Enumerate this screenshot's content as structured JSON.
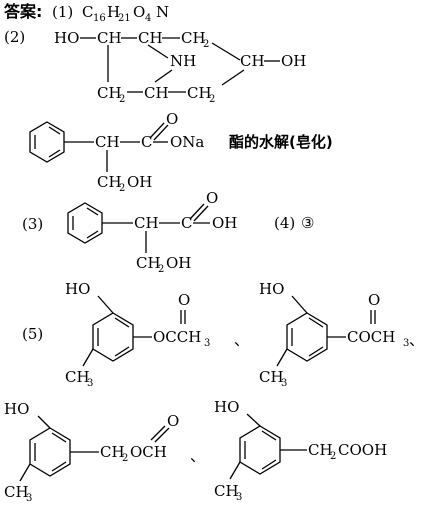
{
  "header": {
    "answer_label": "答案:",
    "part1_num": "(1)",
    "formula_c": "C",
    "formula_c_sub": "16",
    "formula_h": "H",
    "formula_h_sub": "21",
    "formula_o": "O",
    "formula_o_sub": "4",
    "formula_n": "N"
  },
  "part2": {
    "num": "(2)",
    "s1_ho": "HO",
    "s1_ch_a": "CH",
    "s1_ch_b": "CH",
    "s1_ch2_top": "CH",
    "s1_ch2_top_sub": "2",
    "s1_nh": "NH",
    "s1_ch_oh": "CH",
    "s1_oh": "OH",
    "s1_ch2_left": "CH",
    "s1_ch2_left_sub": "2",
    "s1_ch_bottom": "CH",
    "s1_ch2_right": "CH",
    "s1_ch2_right_sub": "2",
    "s2_ch": "CH",
    "s2_c": "C",
    "s2_o": "O",
    "s2_ona": "ONa",
    "s2_ch2": "CH",
    "s2_ch2_sub": "2",
    "s2_oh": "OH",
    "note": "酯的水解(皂化)"
  },
  "part3": {
    "num": "(3)",
    "ch": "CH",
    "c": "C",
    "o": "O",
    "oh": "OH",
    "ch2": "CH",
    "ch2_sub": "2",
    "ch2oh_oh": "OH"
  },
  "part4": {
    "label": "(4)",
    "answer": "③"
  },
  "part5": {
    "num": "(5)",
    "a_ho": "HO",
    "a_ester": "OCCH",
    "a_ester_sub": "3",
    "a_o": "O",
    "a_ch3": "CH",
    "a_ch3_sub": "3",
    "sep1": "、",
    "b_ho": "HO",
    "b_ester": "COCH",
    "b_ester_sub": "3",
    "b_o": "O",
    "b_ch3": "CH",
    "b_ch3_sub": "3",
    "sep2": "、",
    "c_ho": "HO",
    "c_ch2": "CH",
    "c_ch2_sub": "2",
    "c_ester": "OCH",
    "c_o": "O",
    "c_ch3": "CH",
    "c_ch3_sub": "3",
    "sep3": "、",
    "d_ho": "HO",
    "d_ch2": "CH",
    "d_ch2_sub": "2",
    "d_cooh": "COOH",
    "d_ch3": "CH",
    "d_ch3_sub": "3"
  }
}
